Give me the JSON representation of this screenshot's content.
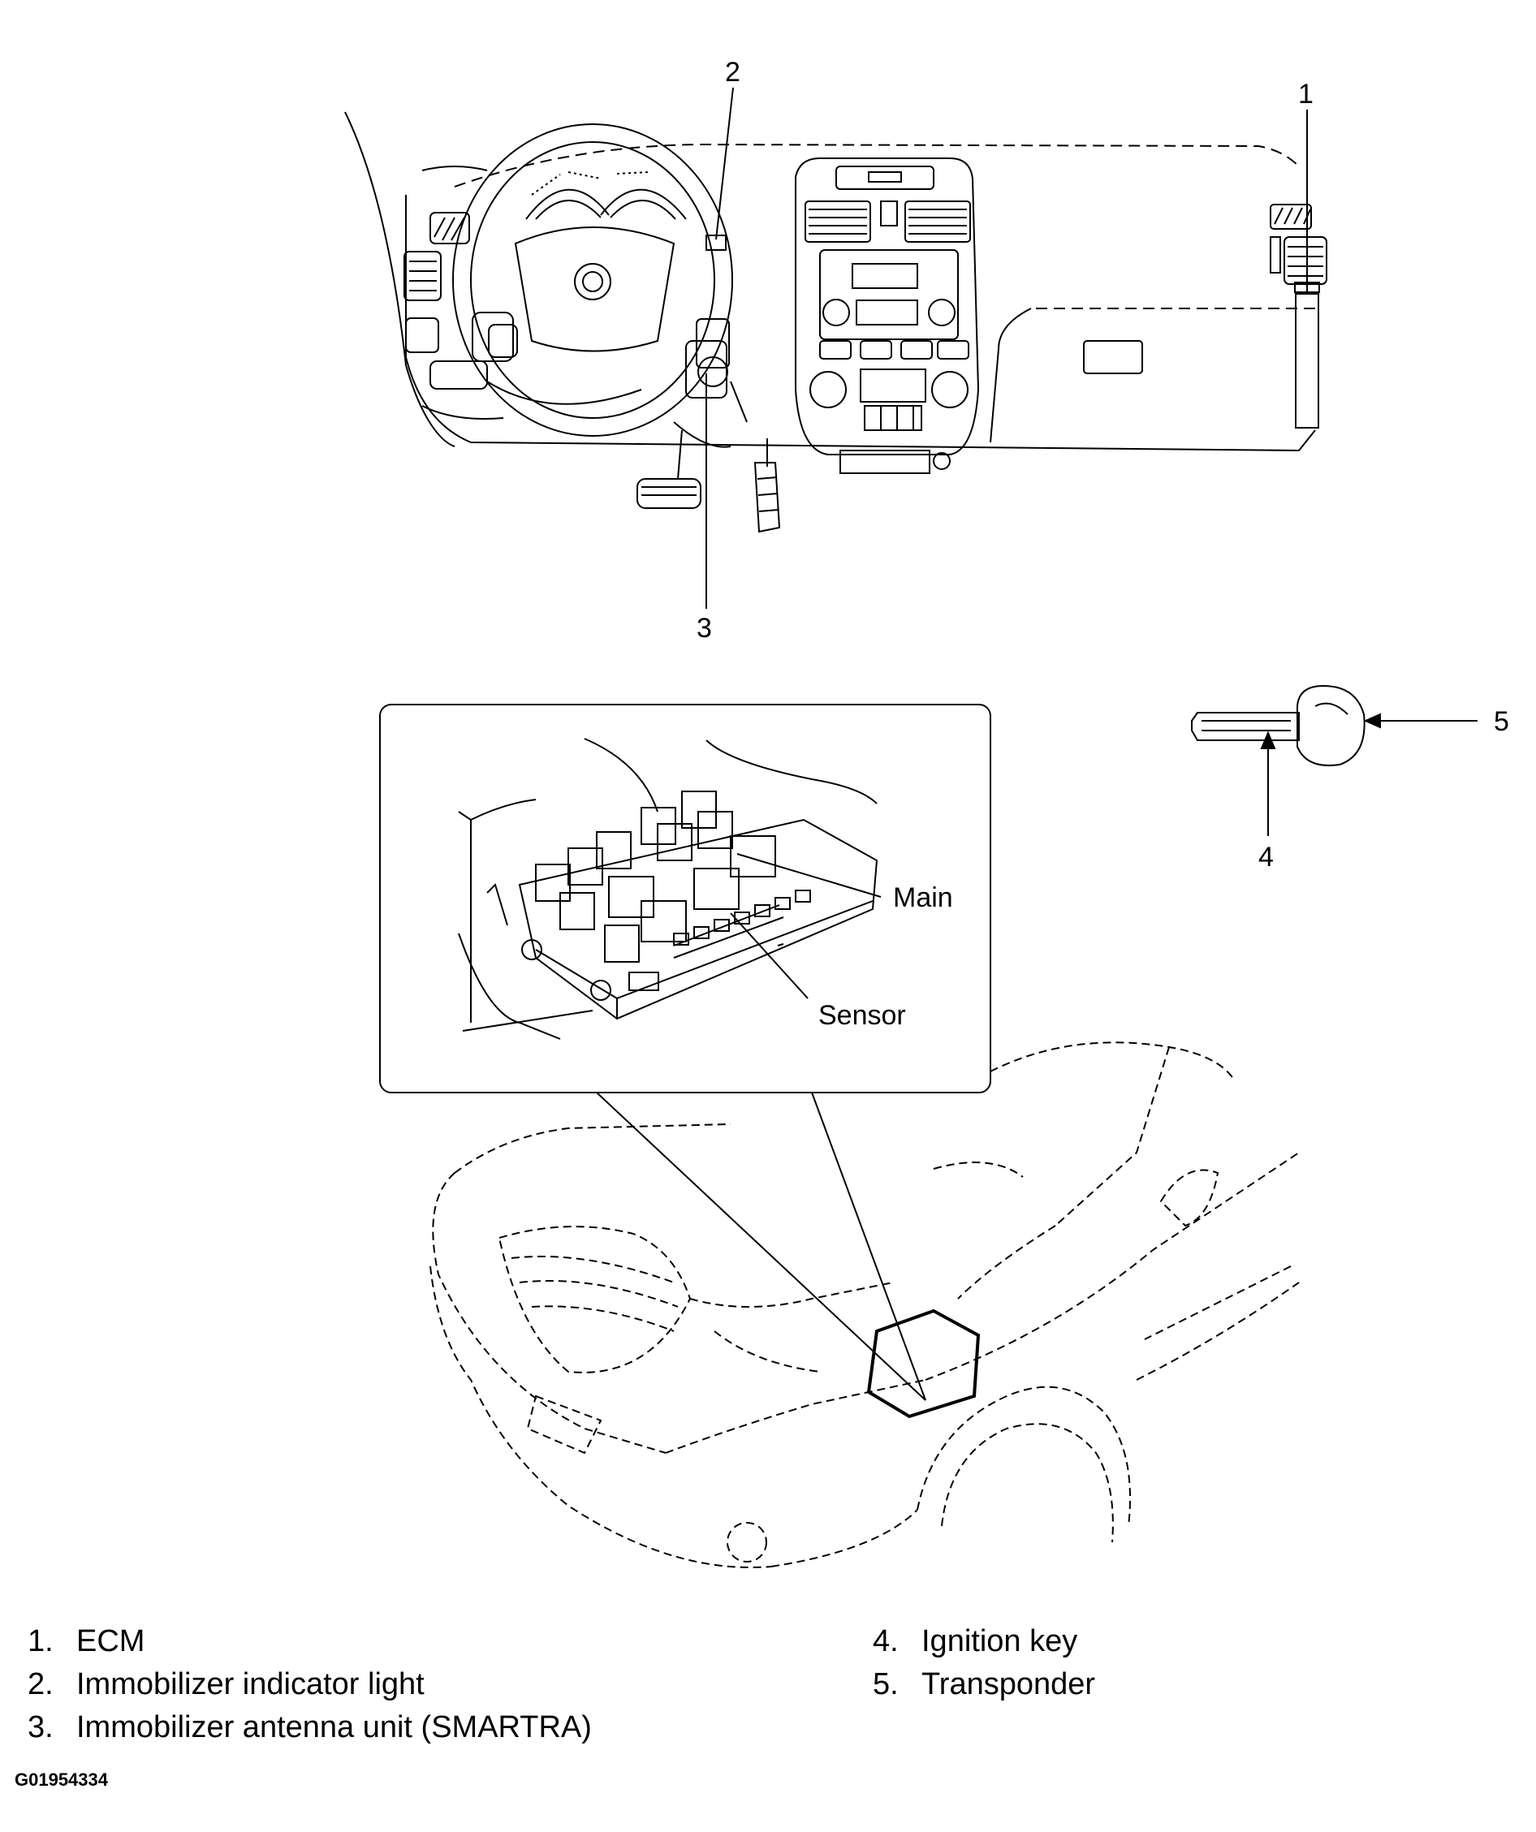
{
  "callouts": {
    "c1": "1",
    "c2": "2",
    "c3": "3",
    "c4": "4",
    "c5": "5"
  },
  "inset": {
    "main_label": "Main",
    "sensor_label": "Sensor"
  },
  "legend": {
    "left": [
      {
        "num": "1.",
        "text": "ECM"
      },
      {
        "num": "2.",
        "text": "Immobilizer indicator light"
      },
      {
        "num": "3.",
        "text": "Immobilizer antenna unit (SMARTRA)"
      }
    ],
    "right": [
      {
        "num": "4.",
        "text": "Ignition key"
      },
      {
        "num": "5.",
        "text": "Transponder"
      }
    ]
  },
  "figure_code": "G01954334"
}
